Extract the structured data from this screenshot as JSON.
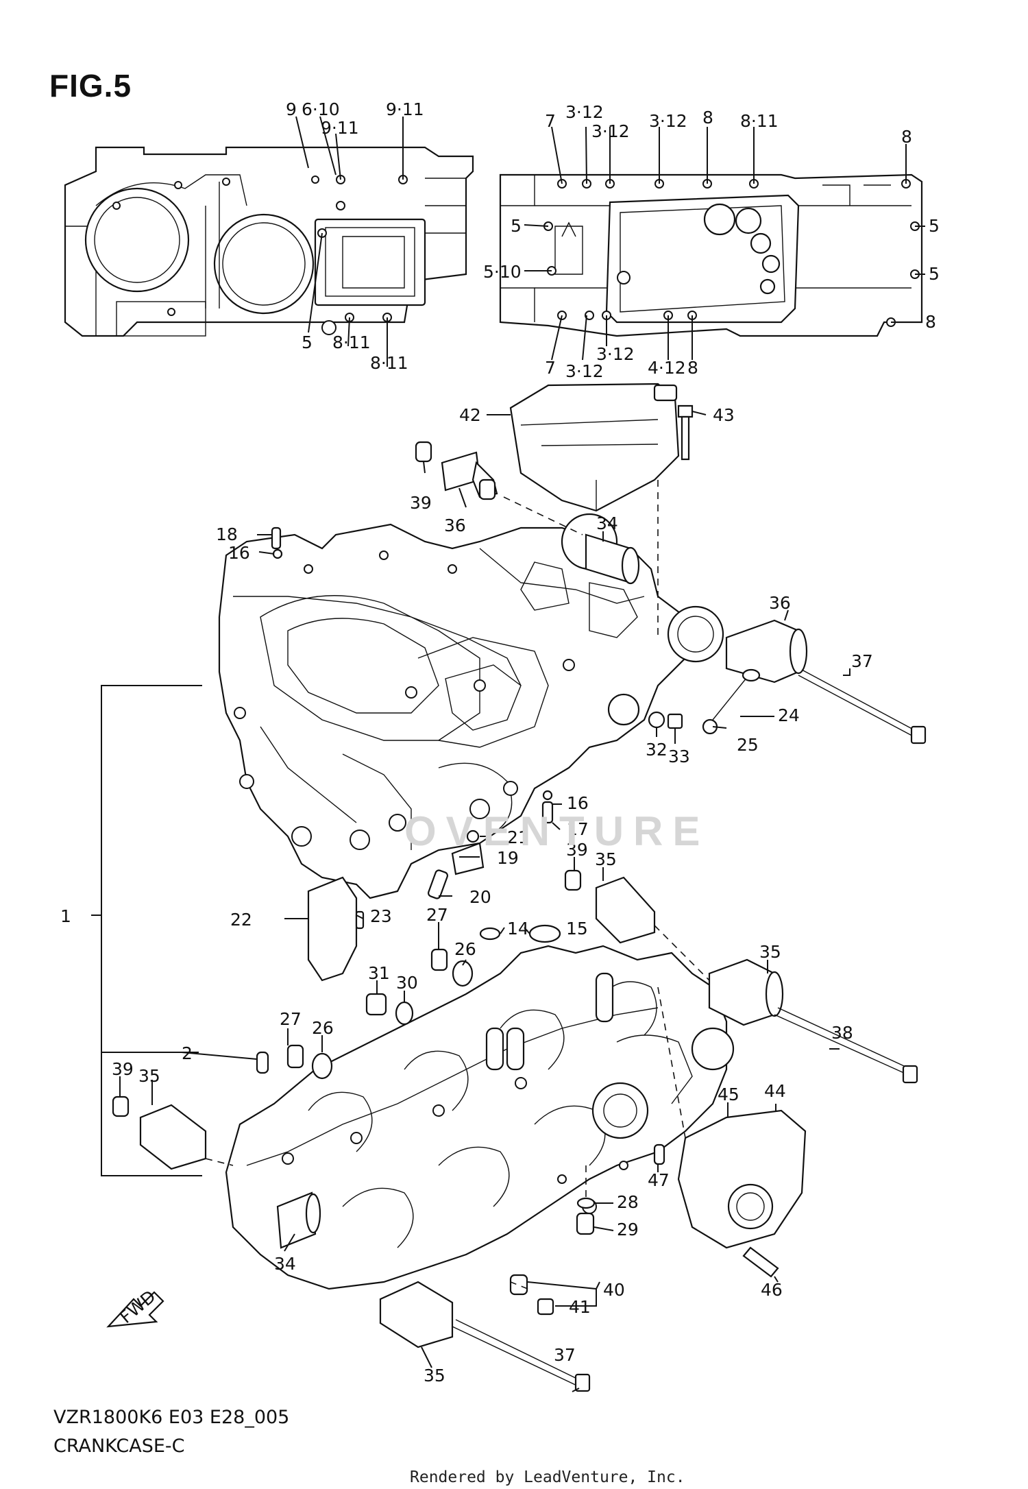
{
  "figure": {
    "title": "FIG.5",
    "model_code": "VZR1800K6 E03 E28_005",
    "assembly_name": "CRANKCASE-C",
    "render_credit": "Rendered by LeadVenture, Inc.",
    "watermark": "OVENTURE"
  },
  "callouts": [
    "9",
    "6·10",
    "9·11",
    "9·11",
    "5",
    "8·11",
    "8·11",
    "7",
    "3·12",
    "3·12",
    "3·12",
    "8",
    "8·11",
    "8",
    "5",
    "5",
    "5·10",
    "5",
    "8",
    "7",
    "3·12",
    "3·12",
    "4·12",
    "8",
    "42",
    "43",
    "39",
    "36",
    "34",
    "18",
    "16",
    "36",
    "37",
    "24",
    "25",
    "32",
    "33",
    "16",
    "17",
    "21",
    "19",
    "20",
    "1",
    "39",
    "35",
    "22",
    "23",
    "27",
    "14",
    "15",
    "26",
    "31",
    "30",
    "35",
    "38",
    "27",
    "26",
    "2",
    "39",
    "35",
    "45",
    "44",
    "47",
    "28",
    "29",
    "34",
    "40",
    "41",
    "46",
    "35",
    "37"
  ],
  "fwd_arrow_label": "FWD"
}
